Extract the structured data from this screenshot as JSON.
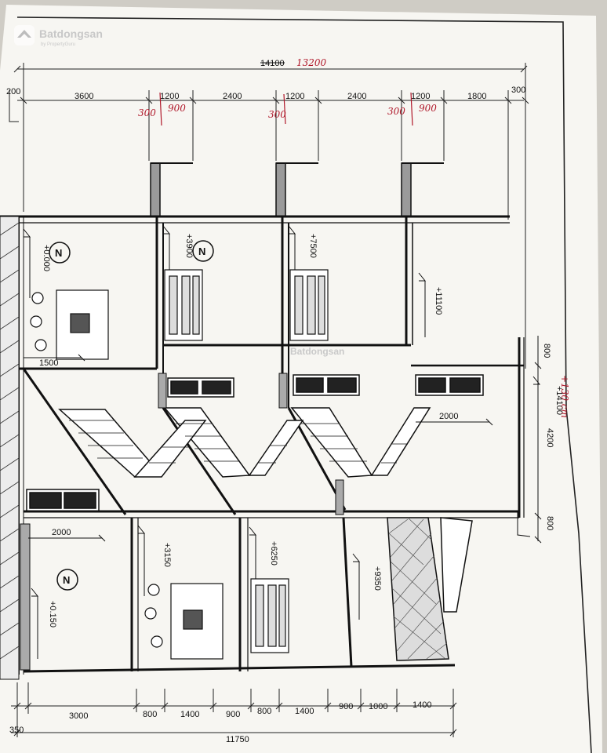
{
  "watermark": {
    "brand": "Batdongsan",
    "sub": "by PropertyGuru"
  },
  "top_dims": {
    "overall": "14100",
    "overall_revised": "13200",
    "segments": [
      "200",
      "3600",
      "1200",
      "2400",
      "1200",
      "2400",
      "1200",
      "1800",
      "300"
    ],
    "red_notes": [
      "300",
      "900",
      "300",
      "300",
      "900"
    ]
  },
  "levels": [
    "+0.000",
    "+3900",
    "+7500",
    "+11100",
    "+3150",
    "+6250",
    "+9350",
    "+0.150",
    "+14100"
  ],
  "level_note_red": "+130 cm",
  "dims_misc": [
    "1500",
    "2000",
    "2000",
    "800",
    "4200",
    "800"
  ],
  "north_label": "N",
  "bottom_dims": {
    "segments": [
      "350",
      "3000",
      "800",
      "1400",
      "900",
      "800",
      "1400",
      "900",
      "1000",
      "1400"
    ],
    "overall": "11750"
  }
}
